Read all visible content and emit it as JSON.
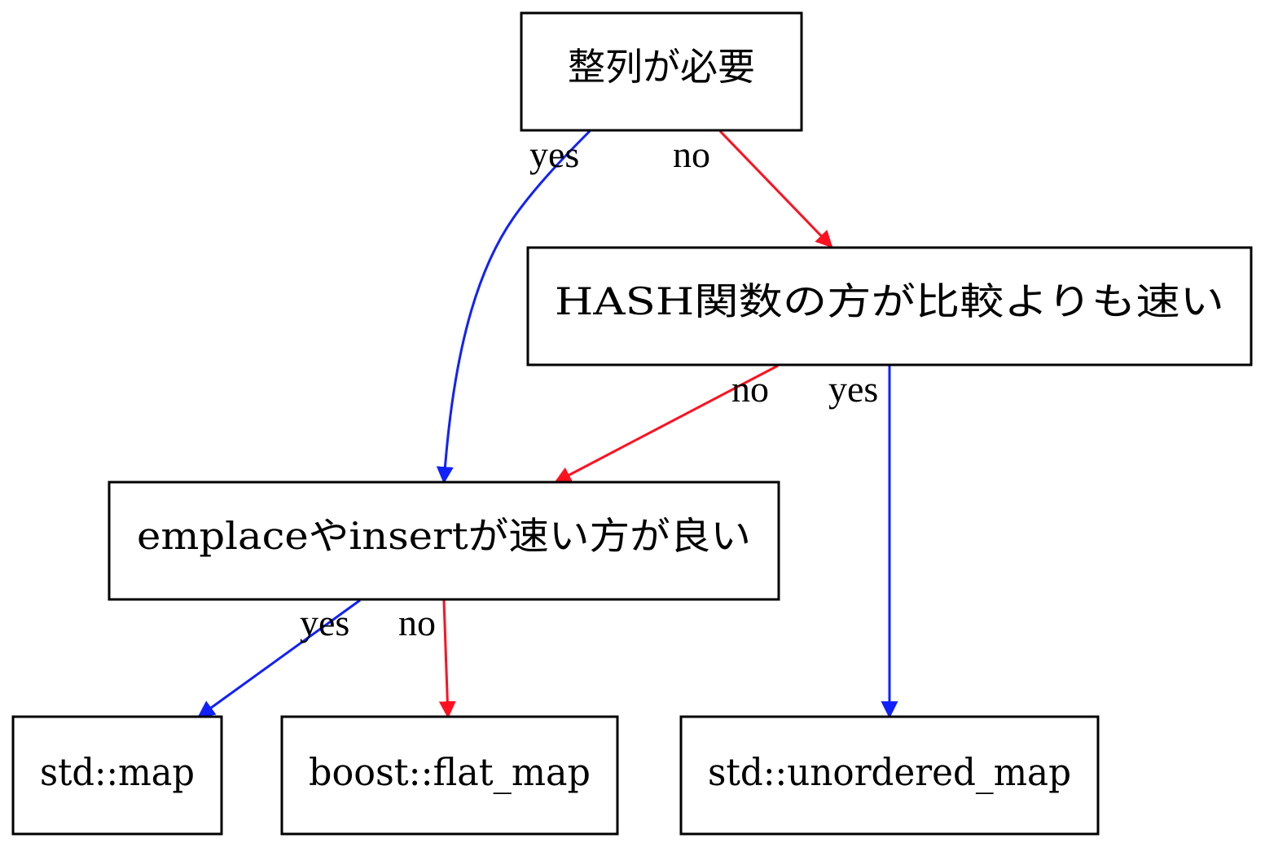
{
  "colors": {
    "yes": "#1020ff",
    "no": "#ff1020",
    "node_border": "#000000",
    "background": "#ffffff"
  },
  "nodes": {
    "sorted": "整列が必要",
    "hash": "HASH関数の方が比較よりも速い",
    "emplace": "emplaceやinsertが速い方が良い",
    "std_map": "std::map",
    "flat_map": "boost::flat_map",
    "unordered_map": "std::unordered_map"
  },
  "edges": [
    {
      "from": "sorted",
      "to": "emplace",
      "label": "yes",
      "kind": "yes"
    },
    {
      "from": "sorted",
      "to": "hash",
      "label": "no",
      "kind": "no"
    },
    {
      "from": "hash",
      "to": "emplace",
      "label": "no",
      "kind": "no"
    },
    {
      "from": "hash",
      "to": "unordered_map",
      "label": "yes",
      "kind": "yes"
    },
    {
      "from": "emplace",
      "to": "std_map",
      "label": "yes",
      "kind": "yes"
    },
    {
      "from": "emplace",
      "to": "flat_map",
      "label": "no",
      "kind": "no"
    }
  ]
}
